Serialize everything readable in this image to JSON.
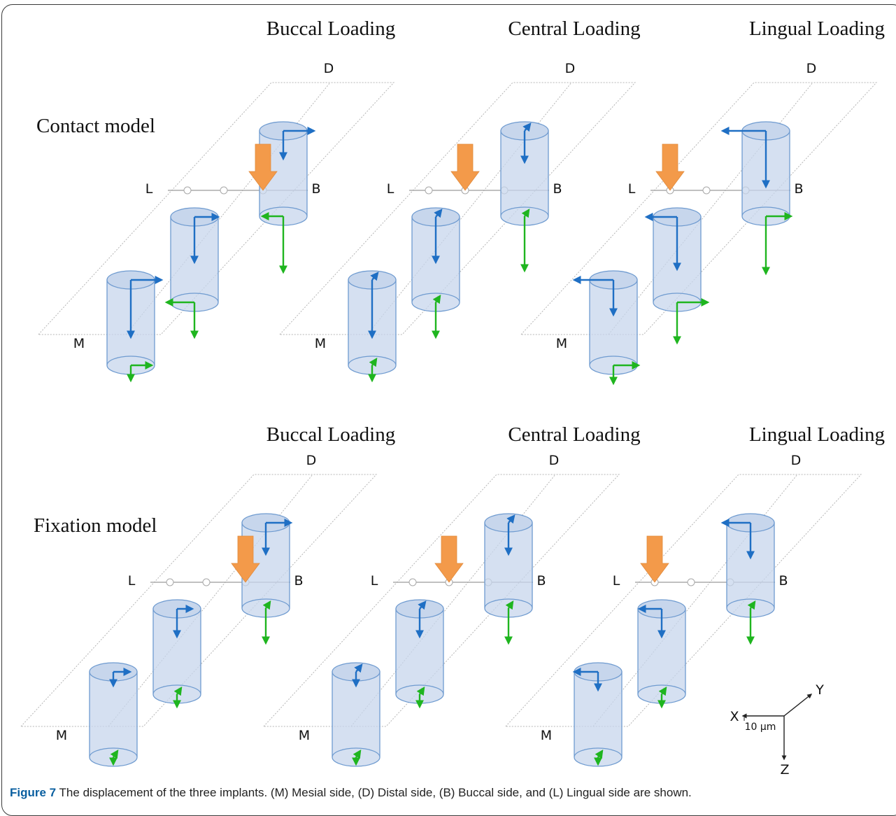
{
  "figure": {
    "rows": [
      {
        "label": "Contact model",
        "columns": [
          "Buccal Loading",
          "Central Loading",
          "Lingual Loading"
        ]
      },
      {
        "label": "Fixation model",
        "columns": [
          "Buccal Loading",
          "Central Loading",
          "Lingual Loading"
        ]
      }
    ],
    "side_labels": {
      "distal": "D",
      "lingual": "L",
      "buccal": "B",
      "mesial": "M"
    },
    "axes": {
      "x": "X",
      "y": "Y",
      "z": "Z",
      "scale": "10 µm"
    },
    "colors": {
      "implant_fill": "#c7d6ec",
      "implant_stroke": "#6f9bd0",
      "top_arrow": "#1f6fc4",
      "bottom_arrow": "#1fb51f",
      "load_arrow": "#f39a4a",
      "plane": "#b5b5b5"
    }
  },
  "caption": {
    "label": "Figure 7",
    "text": "The displacement of the three implants. (M) Mesial side, (D) Distal side, (B) Buccal side, and (L) Lingual side are shown."
  }
}
